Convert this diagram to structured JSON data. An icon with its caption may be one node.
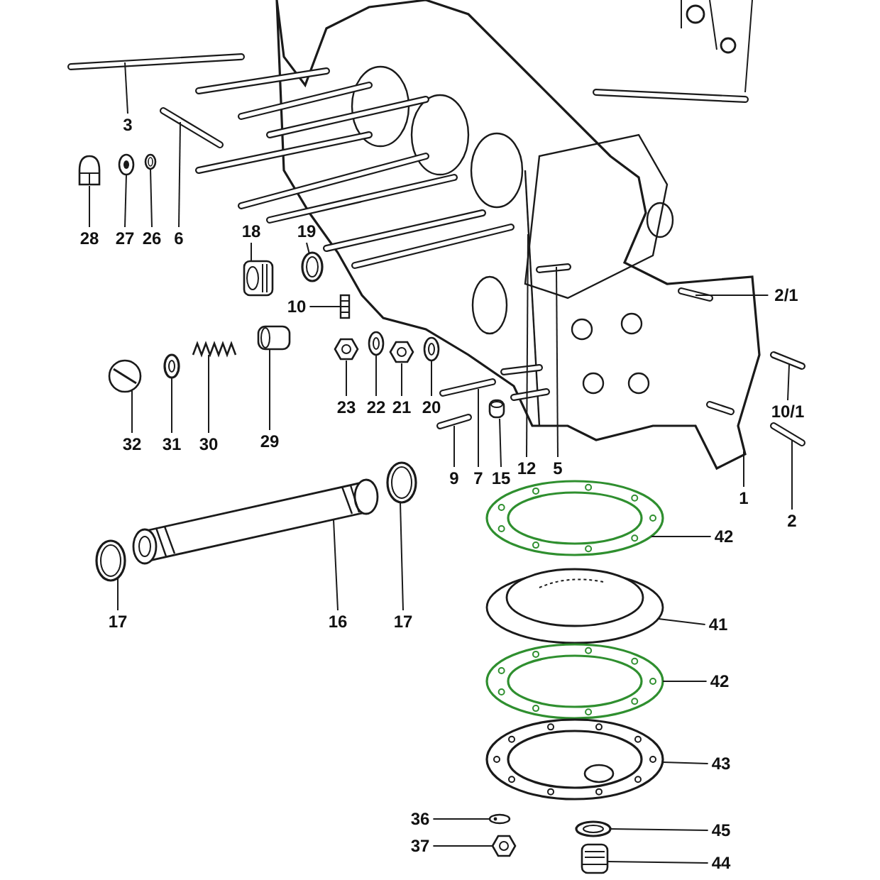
{
  "diagram": {
    "nodes": [
      {
        "text": [
          "3"
        ]
      },
      {
        "text": [
          "28"
        ]
      },
      {
        "text": [
          "27"
        ]
      },
      {
        "text": [
          "26"
        ]
      },
      {
        "text": [
          "6"
        ]
      },
      {
        "text": [
          "18"
        ]
      },
      {
        "text": [
          "19"
        ]
      },
      {
        "text": [
          "10"
        ]
      },
      {
        "text": [
          "2/1"
        ]
      },
      {
        "text": [
          "23"
        ]
      },
      {
        "text": [
          "22"
        ]
      },
      {
        "text": [
          "21"
        ]
      },
      {
        "text": [
          "20"
        ]
      },
      {
        "text": [
          "32"
        ]
      },
      {
        "text": [
          "31"
        ]
      },
      {
        "text": [
          "30"
        ]
      },
      {
        "text": [
          "29"
        ]
      },
      {
        "text": [
          "9"
        ]
      },
      {
        "text": [
          "7"
        ]
      },
      {
        "text": [
          "15"
        ]
      },
      {
        "text": [
          "12"
        ]
      },
      {
        "text": [
          "5"
        ]
      },
      {
        "text": [
          "10/1"
        ]
      },
      {
        "text": [
          "1"
        ]
      },
      {
        "text": [
          "2"
        ]
      },
      {
        "text": [
          "42"
        ]
      },
      {
        "text": [
          "41"
        ]
      },
      {
        "text": [
          "42"
        ]
      },
      {
        "text": [
          "43"
        ]
      },
      {
        "text": [
          "36"
        ]
      },
      {
        "text": [
          "45"
        ]
      },
      {
        "text": [
          "37"
        ]
      },
      {
        "text": [
          "44"
        ]
      },
      {
        "text": [
          "17"
        ]
      },
      {
        "text": [
          "16"
        ]
      },
      {
        "text": [
          "17"
        ]
      },
      {
        "text": [],
        "shape": "picture"
      },
      {
        "text": [],
        "shape": "picture"
      },
      {
        "text": [],
        "shape": "picture"
      },
      {
        "text": [],
        "shape": "picture"
      },
      {
        "text": [],
        "shape": "picture"
      },
      {
        "text": [],
        "shape": "picture"
      },
      {
        "text": [],
        "shape": "picture"
      },
      {
        "text": [],
        "shape": "picture"
      },
      {
        "text": [],
        "shape": "picture"
      },
      {
        "text": [],
        "shape": "picture"
      },
      {
        "text": [],
        "shape": "picture"
      },
      {
        "text": [],
        "shape": "picture"
      },
      {
        "text": [],
        "shape": "picture"
      },
      {
        "text": [],
        "shape": "picture"
      },
      {
        "text": [],
        "shape": "picture"
      },
      {
        "text": [],
        "shape": "picture"
      },
      {
        "text": [],
        "shape": "picture"
      },
      {
        "text": [],
        "shape": "picture"
      },
      {
        "text": [],
        "shape": "picture"
      },
      {
        "text": [],
        "shape": "picture"
      },
      {
        "text": [],
        "shape": "picture"
      },
      {
        "text": [],
        "shape": "picture"
      },
      {
        "text": [],
        "shape": "picture"
      },
      {
        "text": [],
        "shape": "picture"
      },
      {
        "text": [],
        "shape": "picture"
      },
      {
        "text": [],
        "shape": "picture"
      },
      {
        "text": [],
        "shape": "picture"
      },
      {
        "text": [],
        "shape": "picture"
      },
      {
        "text": [],
        "shape": "picture"
      },
      {
        "text": [],
        "shape": "picture"
      },
      {
        "text": [],
        "shape": "picture"
      },
      {
        "text": [],
        "shape": "picture"
      },
      {
        "text": [],
        "shape": "picture"
      }
    ],
    "edges": [
      {
        "from": 0,
        "to": 37,
        "arrow": "none"
      },
      {
        "from": 1,
        "to": 38,
        "arrow": "none"
      },
      {
        "from": 2,
        "to": 39,
        "arrow": "none"
      },
      {
        "from": 3,
        "to": 40,
        "arrow": "none"
      },
      {
        "from": 4,
        "to": 41,
        "arrow": "none"
      },
      {
        "from": 5,
        "to": 42,
        "arrow": "none"
      },
      {
        "from": 6,
        "to": 43,
        "arrow": "none"
      },
      {
        "from": 7,
        "to": 44,
        "arrow": "none"
      },
      {
        "from": 8,
        "to": 36,
        "arrow": "none"
      },
      {
        "from": 9,
        "to": 45,
        "arrow": "none"
      },
      {
        "from": 10,
        "to": 46,
        "arrow": "none"
      },
      {
        "from": 11,
        "to": 47,
        "arrow": "none"
      },
      {
        "from": 12,
        "to": 48,
        "arrow": "none"
      },
      {
        "from": 13,
        "to": 49,
        "arrow": "none"
      },
      {
        "from": 14,
        "to": 50,
        "arrow": "none"
      },
      {
        "from": 15,
        "to": 51,
        "arrow": "none"
      },
      {
        "from": 16,
        "to": 52,
        "arrow": "none"
      },
      {
        "from": 17,
        "to": 53,
        "arrow": "none"
      },
      {
        "from": 18,
        "to": 54,
        "arrow": "none"
      },
      {
        "from": 19,
        "to": 55,
        "arrow": "none"
      },
      {
        "from": 20,
        "to": 36,
        "arrow": "none"
      },
      {
        "from": 21,
        "to": 36,
        "arrow": "none"
      },
      {
        "from": 22,
        "to": 56,
        "arrow": "none"
      },
      {
        "from": 23,
        "to": 36,
        "arrow": "none"
      },
      {
        "from": 24,
        "to": 57,
        "arrow": "none"
      },
      {
        "from": 25,
        "to": 58,
        "arrow": "none"
      },
      {
        "from": 26,
        "to": 59,
        "arrow": "none"
      },
      {
        "from": 27,
        "to": 60,
        "arrow": "none"
      },
      {
        "from": 28,
        "to": 61,
        "arrow": "none"
      },
      {
        "from": 29,
        "to": 62,
        "arrow": "none"
      },
      {
        "from": 30,
        "to": 63,
        "arrow": "none"
      },
      {
        "from": 31,
        "to": 64,
        "arrow": "none"
      },
      {
        "from": 32,
        "to": 65,
        "arrow": "none"
      },
      {
        "from": 33,
        "to": 66,
        "arrow": "none"
      },
      {
        "from": 34,
        "to": 67,
        "arrow": "none"
      },
      {
        "from": 35,
        "to": 68,
        "arrow": "none"
      }
    ]
  }
}
